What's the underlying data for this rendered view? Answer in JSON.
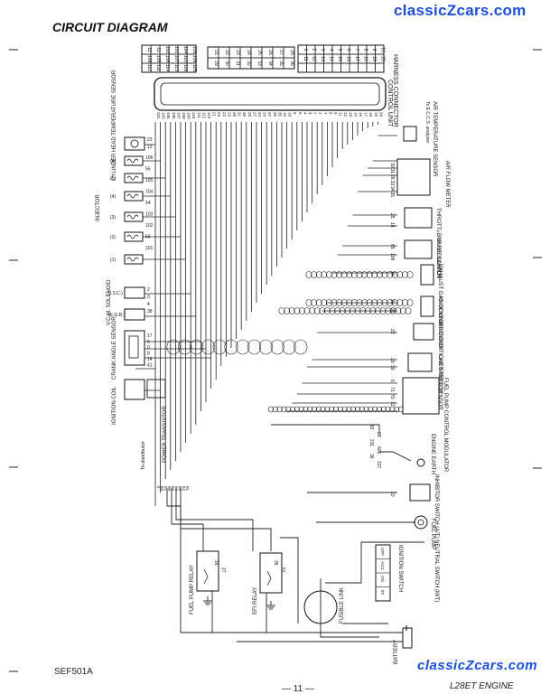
{
  "title": "CIRCUIT DIAGRAM",
  "brand_top": "classicZcars.com",
  "brand_bottom": "classicZcars.com",
  "figure_code": "SEF501A",
  "page_number": "— 11 —",
  "engine_note": "L28ET ENGINE",
  "connector_header": "HARNESS CONNECTOR",
  "control_unit": "CONTROL UNIT",
  "connector_pins": {
    "block_a": [
      "12",
      "11",
      "102",
      "101",
      "104",
      "103",
      "106",
      "105",
      "108",
      "107",
      "110",
      "109",
      "112",
      "111",
      "114",
      "113",
      "116",
      "115"
    ],
    "block_b": [
      "21",
      "22",
      "23",
      "24",
      "25",
      "26",
      "27",
      "28",
      "29",
      "30",
      "31",
      "32",
      "33",
      "34",
      "35",
      "36"
    ],
    "block_c": [
      "1",
      "2",
      "3",
      "4",
      "5",
      "6",
      "7",
      "8",
      "9",
      "10",
      "11",
      "12",
      "13",
      "14",
      "15",
      "16",
      "17",
      "18",
      "19",
      "20"
    ]
  },
  "unit_pins": [
    "101",
    "103",
    "105",
    "106",
    "107",
    "108",
    "109",
    "110",
    "111",
    "112",
    "113",
    "21",
    "24",
    "22",
    "23",
    "38",
    "31",
    "30",
    "28",
    "27",
    "34",
    "29",
    "37",
    "26",
    "35",
    "15",
    "10",
    "6",
    "5",
    "4",
    "3",
    "2",
    "1",
    "7",
    "8",
    "9",
    "11",
    "12",
    "13",
    "14",
    "16",
    "17",
    "18",
    "19",
    "20"
  ],
  "left_labels": {
    "cyl_head": "CYLINDER HEAD TEMPERATURE SENSOR",
    "injector": "INJECTOR",
    "inj_nums": [
      "(6)",
      "(5)",
      "(4)",
      "(3)",
      "(2)",
      "(1)"
    ],
    "vcm": "V.C.M. SOLENOID",
    "isc": "(I.S.C.)",
    "egr": "(E.G.R.)",
    "crank": "CRANK ANGLE SENSOR",
    "ignition_coil": "IGNITION COIL",
    "power_transistor": "POWER TRANSISTOR",
    "to_distributor": "To distributor",
    "fuel_pump_relay": "FUEL PUMP RELAY",
    "efi_relay": "EFI RELAY",
    "fusible_link": "FUSIBLE LINK",
    "battery": "BATTERY"
  },
  "right_labels": {
    "to_eccs": "To E.C.C.S. analyzer",
    "air_temp": "AIR TEMPERATURE SENSOR",
    "air_flow": "AIR FLOW METER",
    "throttle": "THROTTLE VALVE SWITCH",
    "air_reg": "AIR REGULATOR",
    "exhaust": "EXHAUST GAS SENSOR",
    "knock": "KNOCKING SENSOR",
    "ac_switch": "AIR CONDITIONER SWITCH",
    "car_speed": "CAR SPEED SENSOR",
    "fuel_pump_mod": "FUEL PUMP CONTROL MODULATOR",
    "engine_earth": "ENGINE EARTH",
    "inhibitor": "INHIBITOR SWITCH (A/T) NEUTRAL SWITCH (M/T)",
    "fuel_pump": "FUEL PUMP",
    "ignition_switch": "IGNITION SWITCH",
    "ign_positions": [
      "OFF",
      "ACC",
      "ON",
      "ST"
    ]
  },
  "left_pins": {
    "cyl": [
      "23",
      "13"
    ],
    "inj": [
      "106",
      "55",
      "105",
      "104",
      "54",
      "103",
      "102",
      "56",
      "101"
    ],
    "vcm": [
      "2",
      "3",
      "4",
      "38"
    ],
    "crank": [
      "17",
      "6",
      "0",
      "8",
      "14",
      "41"
    ],
    "pt": [
      "5",
      "58",
      "57",
      "56",
      "55",
      "54",
      "53",
      "52",
      "51"
    ]
  },
  "right_pins": {
    "air_flow": [
      "30",
      "31",
      "26",
      "33",
      "34",
      "35"
    ],
    "throttle": [
      "25",
      "18"
    ],
    "air_reg": [
      "65",
      "108"
    ],
    "exhaust": [
      "24"
    ],
    "knock": [
      "21",
      "26"
    ],
    "ac": [
      "22"
    ],
    "speed": [
      "29",
      "39"
    ],
    "fpm": [
      "6",
      "71",
      "70",
      "72"
    ],
    "earth": [
      "82",
      "28",
      "211",
      "601",
      "36",
      "107"
    ],
    "inhib": [
      "10"
    ],
    "relay": [
      "16",
      "27",
      "35",
      "57"
    ]
  }
}
